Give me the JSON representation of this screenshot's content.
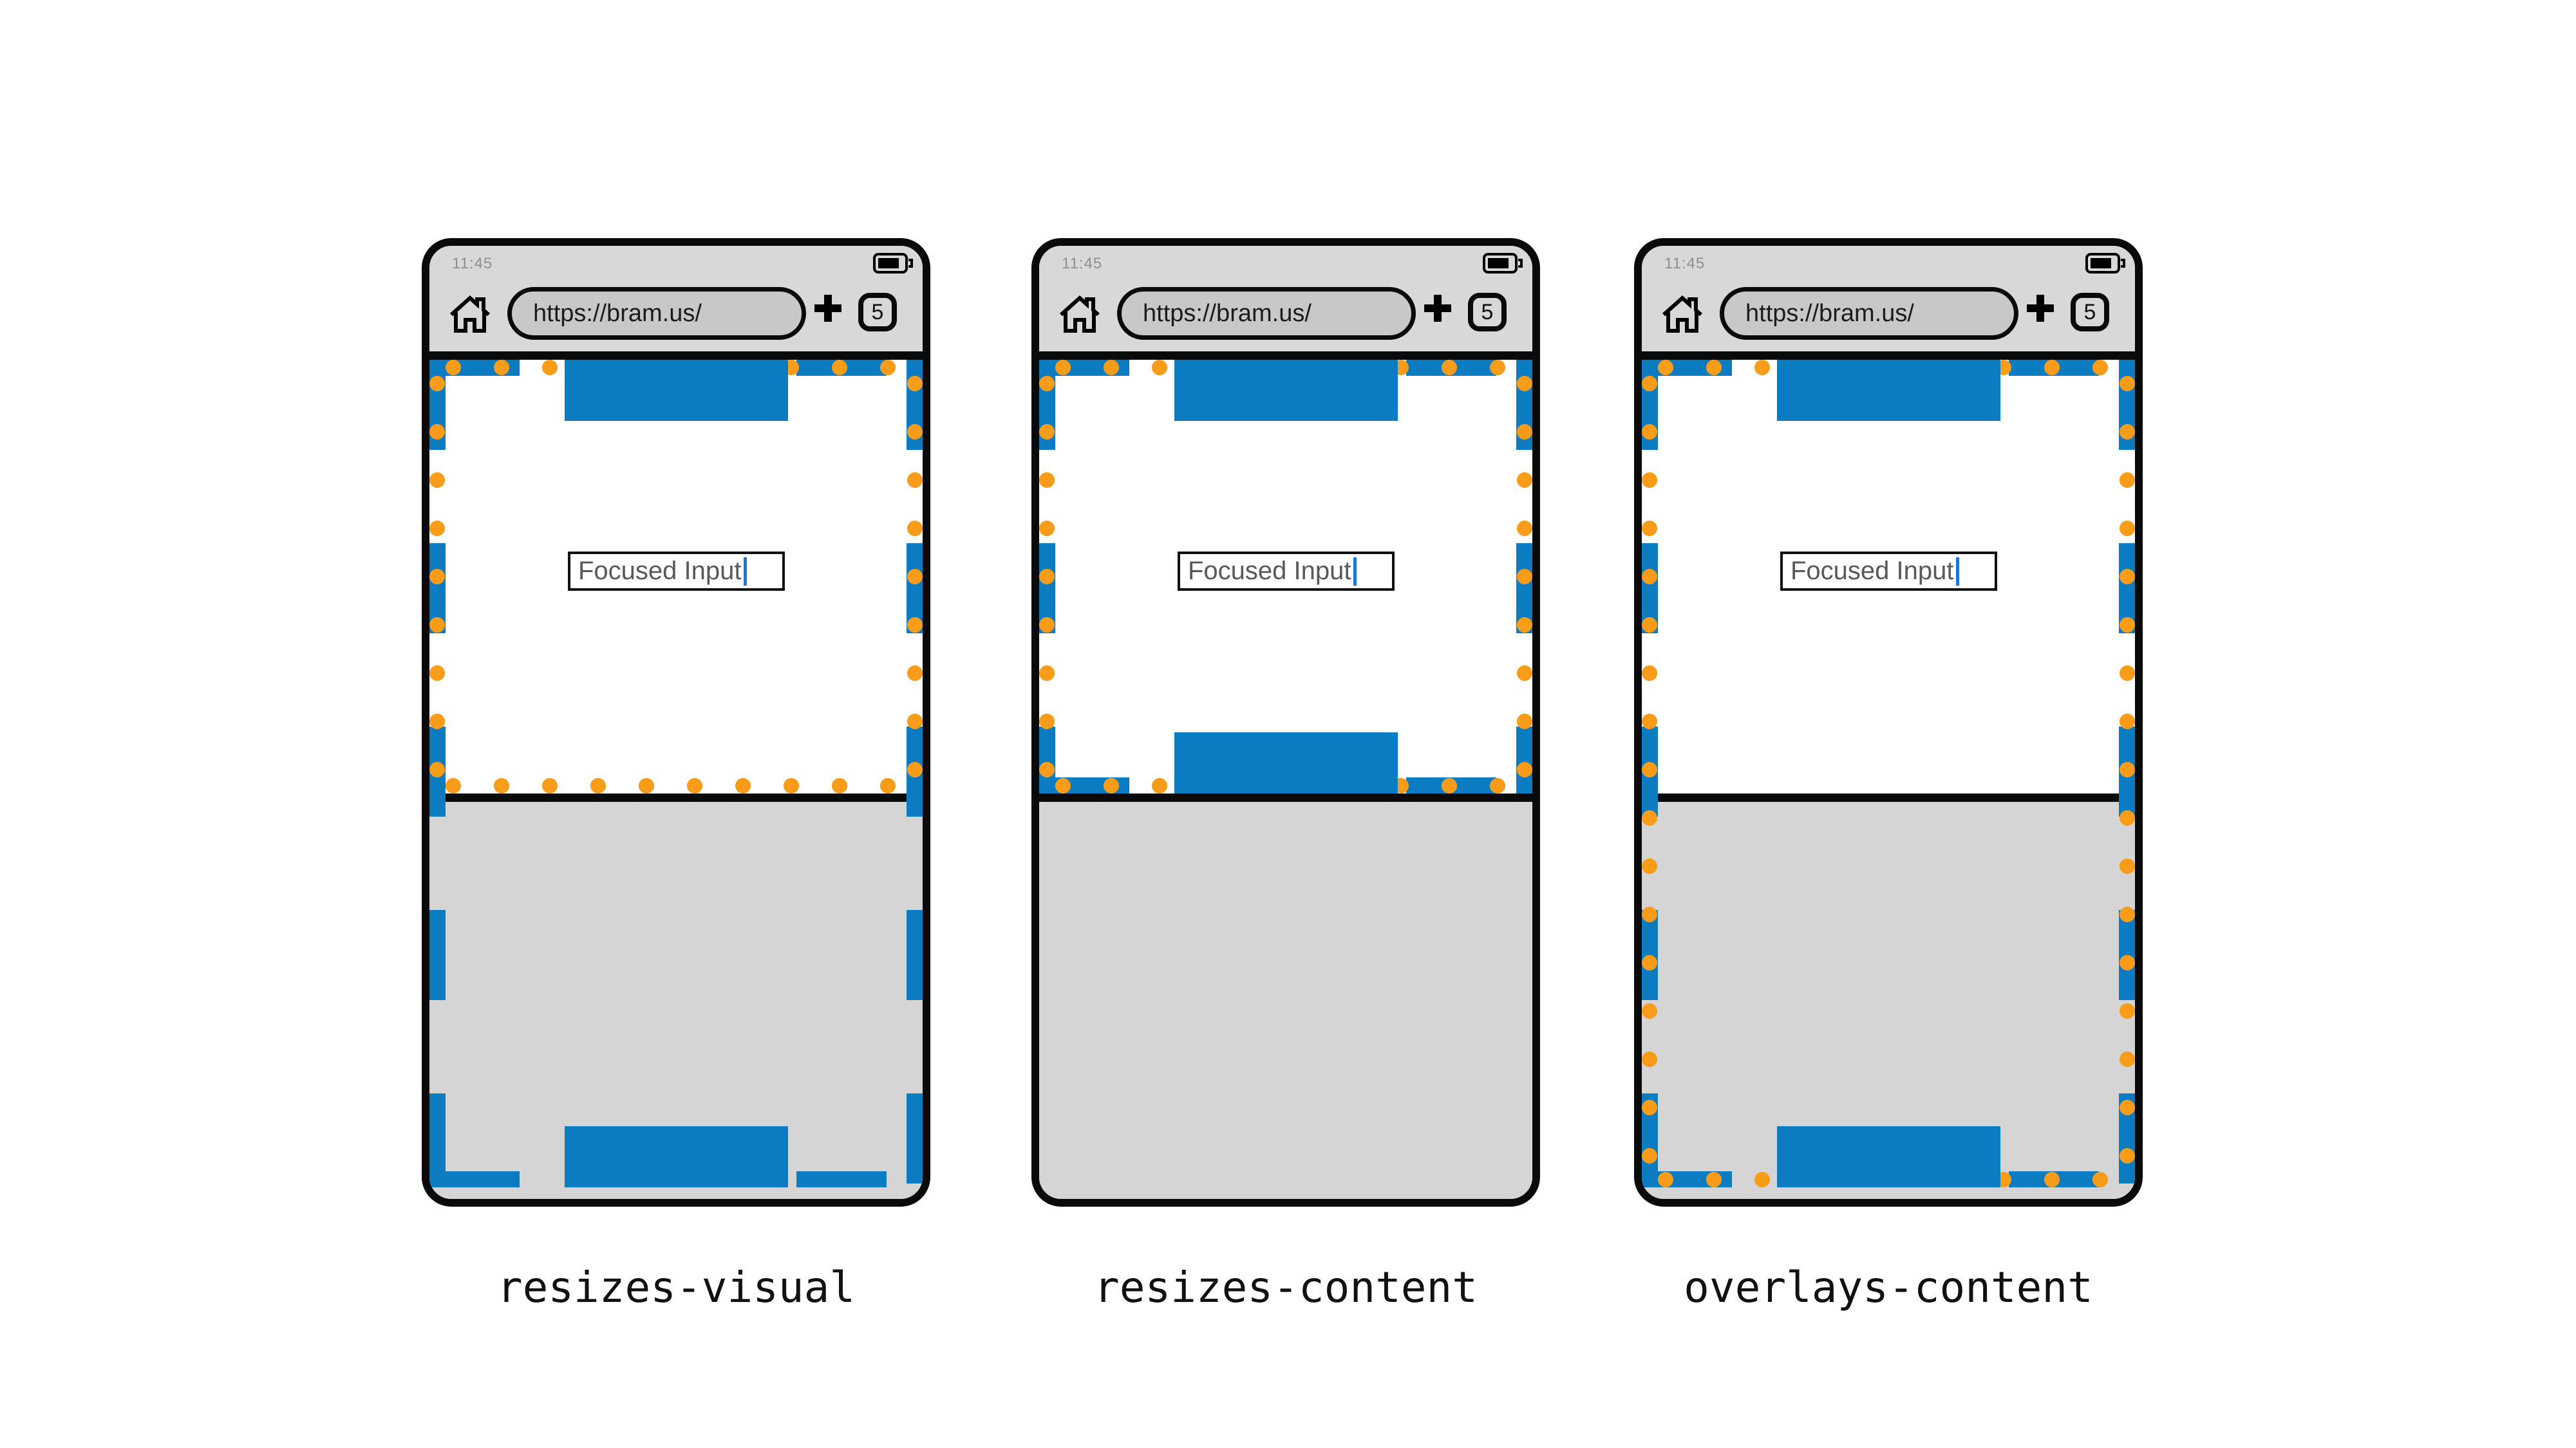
{
  "canvas": {
    "background": "#ffffff"
  },
  "colors": {
    "blue": "#0b7cc1",
    "orange": "#f89c1a",
    "chrome": "#d8d8d8",
    "keyboard": "#d5d5d5",
    "pill": "#c8c8c8",
    "frame": "#0a0a0a",
    "status": "#8f8f8f",
    "inputText": "#58595b",
    "caret": "#1d76d2",
    "labelText": "#111111"
  },
  "status_bar": {
    "time": "11:45",
    "battery_icon": "battery-icon"
  },
  "toolbar": {
    "home_icon": "home-icon",
    "url": "https://bram.us/",
    "new_tab_icon": "plus-icon",
    "tab_count": "5"
  },
  "page": {
    "input_value": "Focused Input"
  },
  "legend": {
    "blue_dashed_border": "layout-viewport-edge",
    "orange_dotted_border": "visual-viewport-edge",
    "gray_bottom_area": "virtual-keyboard",
    "blue_bars": "fixed-positioned-elements"
  },
  "phones": [
    {
      "label": "resizes-visual",
      "mode": "resizes-visual"
    },
    {
      "label": "resizes-content",
      "mode": "resizes-content"
    },
    {
      "label": "overlays-content",
      "mode": "overlays-content"
    }
  ]
}
